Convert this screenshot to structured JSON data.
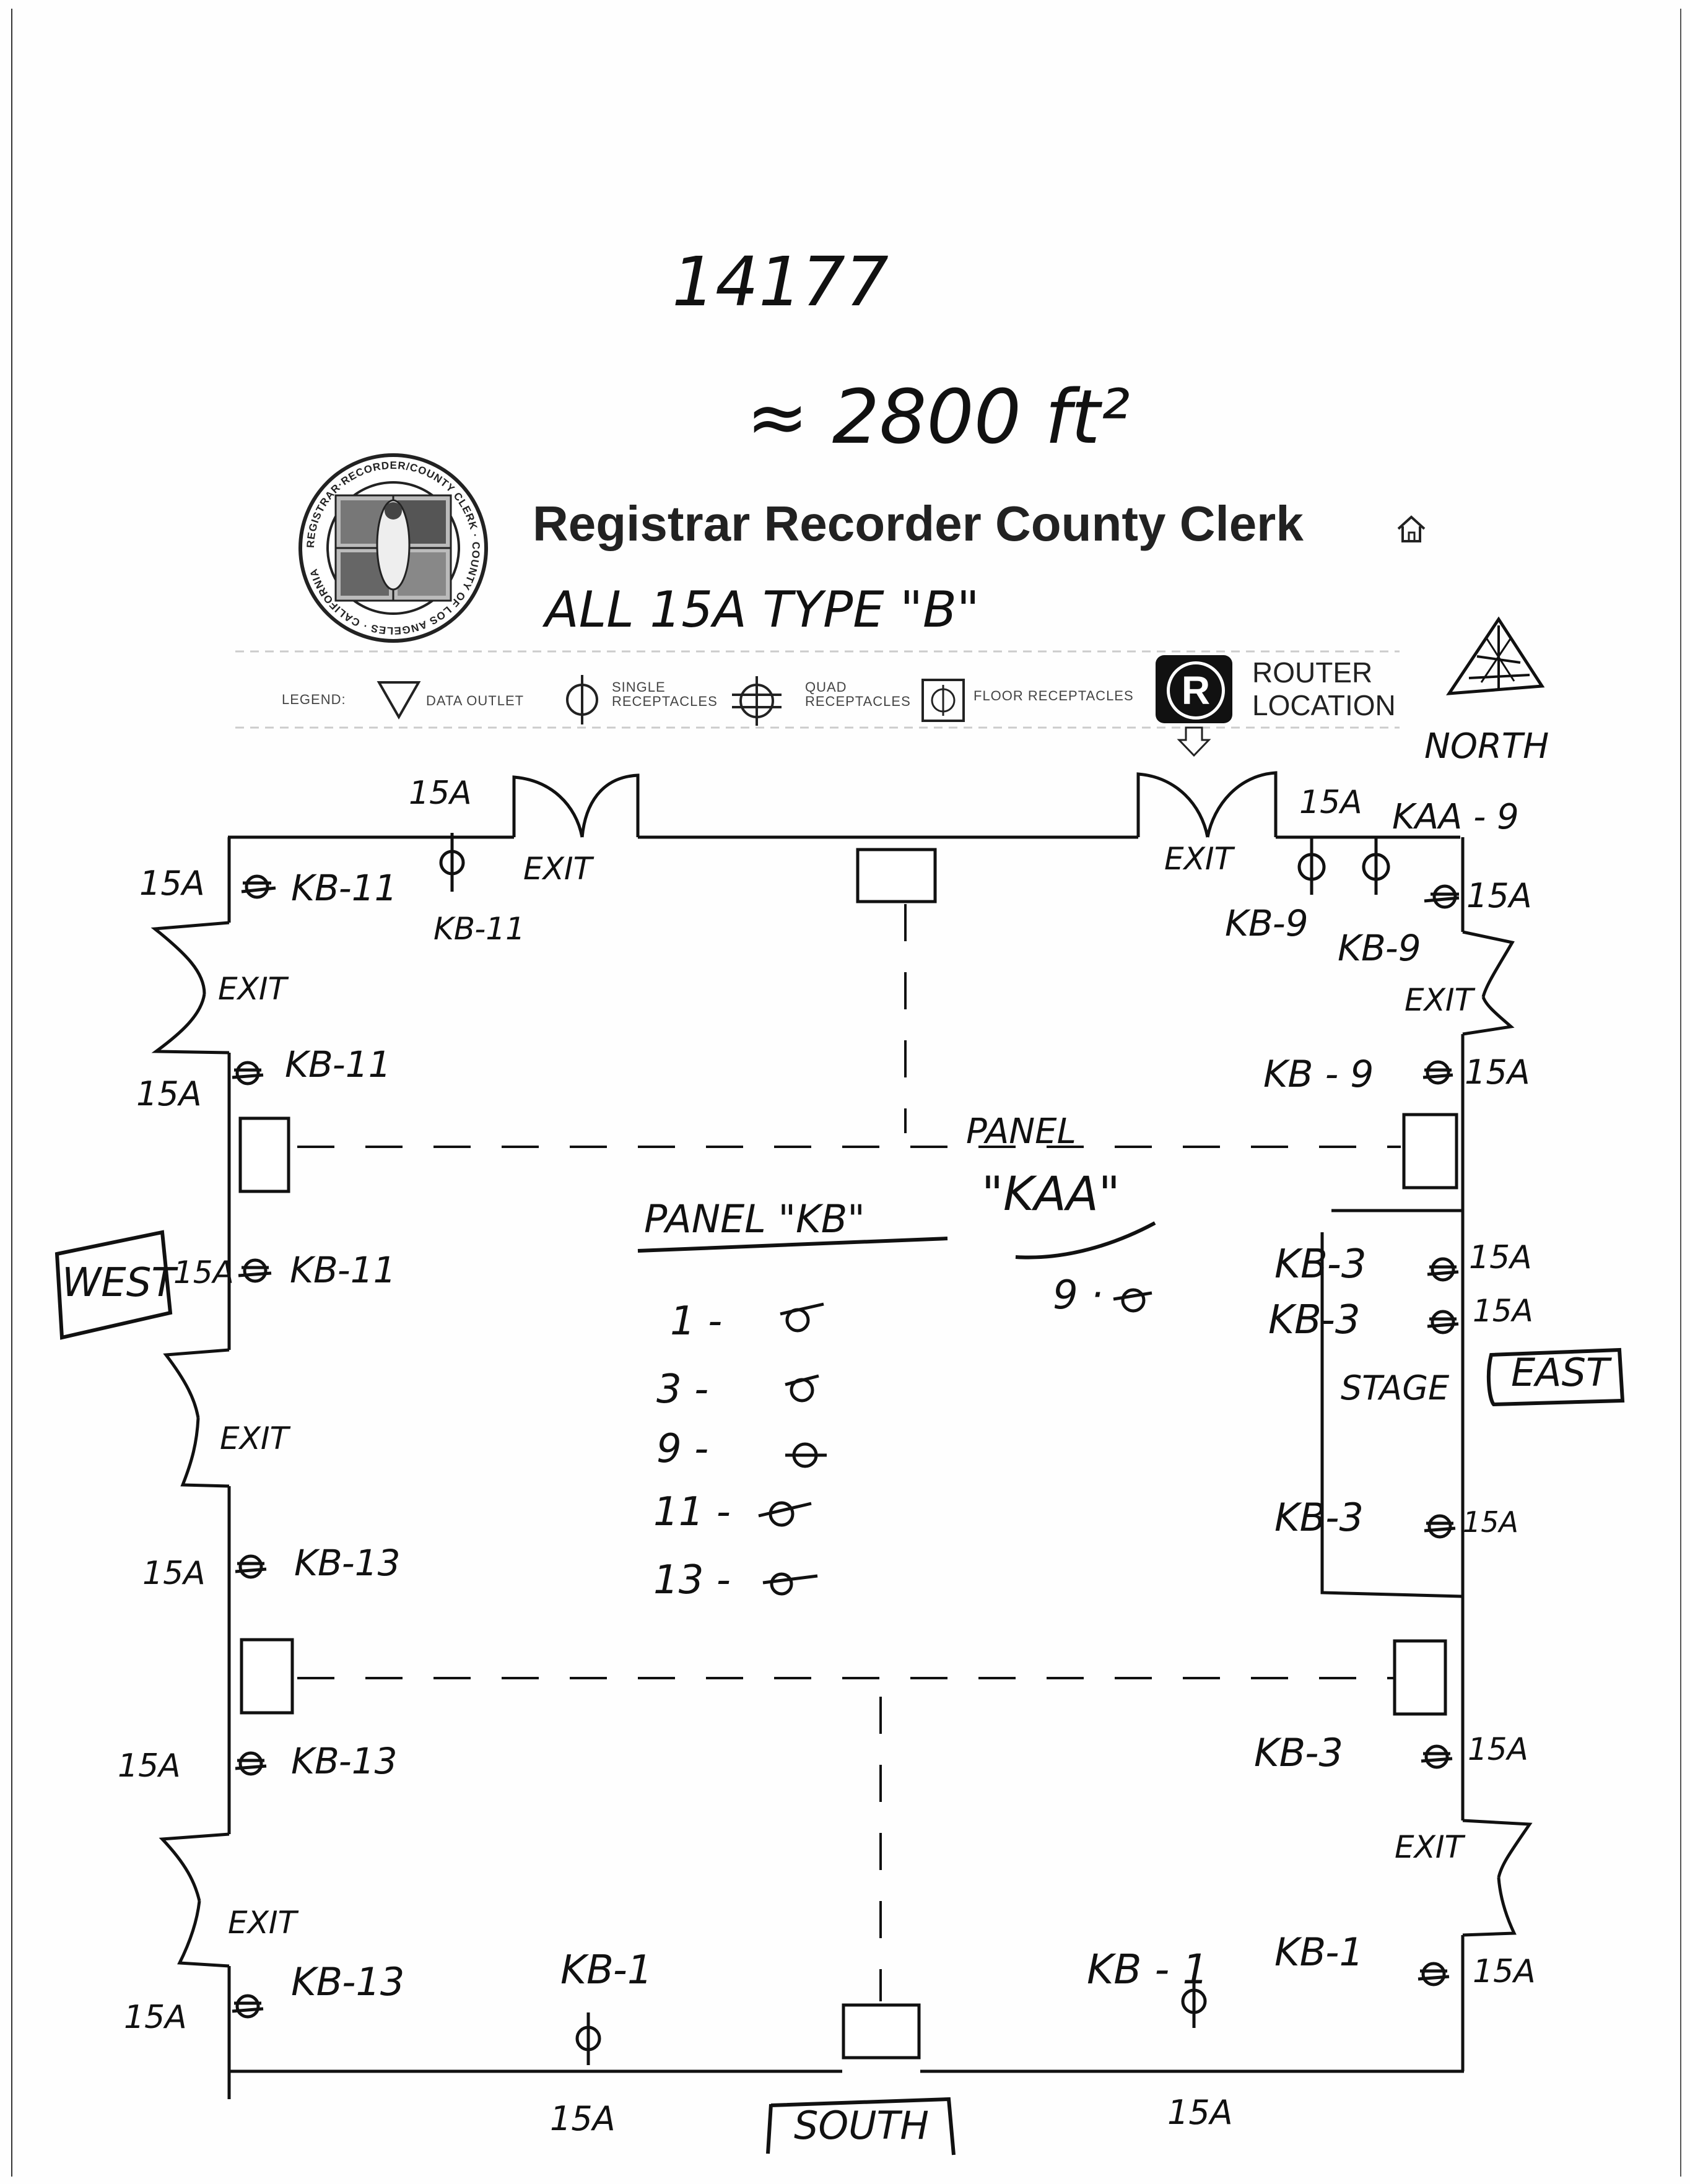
{
  "header": {
    "number": "14177",
    "area": "≈ 2800 ft²",
    "title": "Registrar Recorder County Clerk",
    "note": "ALL 15A TYPE \"B\""
  },
  "seal": {
    "ring_text": "REGISTRAR·RECORDER/COUNTY CLERK · COUNTY OF LOS ANGELES · CALIFORNIA"
  },
  "legend": {
    "prefix": "LEGEND:",
    "data_outlet": "DATA OUTLET",
    "single_line1": "SINGLE",
    "single_line2": "RECEPTACLES",
    "quad_line1": "QUAD",
    "quad_line2": "RECEPTACLES",
    "floor": "FLOOR RECEPTACLES",
    "router_letter": "R",
    "router_line1": "ROUTER",
    "router_line2": "LOCATION",
    "north": "NORTH"
  },
  "directions": {
    "west": "WEST",
    "east": "EAST",
    "south": "SOUTH"
  },
  "stage": "STAGE",
  "exit": "EXIT",
  "panels": {
    "kb_title": "PANEL \"KB\"",
    "kb_circuits": [
      {
        "number": "1 -"
      },
      {
        "number": "3 -"
      },
      {
        "number": "9 -"
      },
      {
        "number": "11 -"
      },
      {
        "number": "13 -"
      }
    ],
    "kaa_title_line1": "PANEL",
    "kaa_title_line2": "\"KAA\"",
    "kaa_circuit": "9 ·"
  },
  "outlets": {
    "top_left_amp": "15A",
    "top_left_label": "KB-11",
    "top_right_amp": "15A",
    "top_right_label1": "KB-9",
    "top_right_label2": "KB-9",
    "kaa9": "KAA - 9",
    "w1_amp": "15A",
    "w1_label": "KB-11",
    "w2_amp": "15A",
    "w2_label": "KB-11",
    "w3_amp": "15A",
    "w3_label": "KB-11",
    "w4_amp": "15A",
    "w4_label": "KB-13",
    "w5_amp": "15A",
    "w5_label": "KB-13",
    "w6_amp": "15A",
    "w6_label": "KB-13",
    "e1_amp": "15A",
    "e2_label": "KB - 9",
    "e2_amp": "15A",
    "e3_label": "KB-3",
    "e3_amp": "15A",
    "e4_label": "KB-3",
    "e4_amp": "15A",
    "e5_label": "KB-3",
    "e5_amp": "15A",
    "e6_label": "KB-3",
    "e6_amp": "15A",
    "e7_label": "KB-1",
    "e7_amp": "15A",
    "s1_label": "KB-1",
    "s1_amp": "15A",
    "s2_label": "KB - 1",
    "s2_amp": "15A"
  }
}
